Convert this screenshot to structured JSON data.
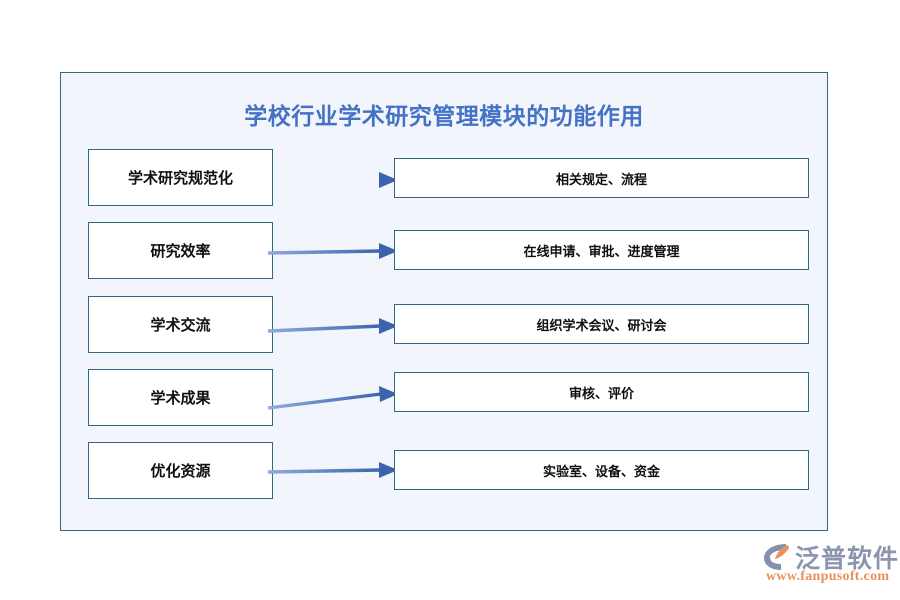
{
  "diagram": {
    "title": "学校行业学术研究管理模块的功能作用",
    "title_color": "#4472C4",
    "panel_border_color": "#2E6B80",
    "panel_background": "#F2F6FC",
    "box_border_color": "#2E6B80",
    "box_background": "#FFFFFF",
    "arrow_color": "#4472C4",
    "type": "cause-effect-flow",
    "rows": [
      {
        "cause": "学术研究规范化",
        "effect": "相关规定、流程",
        "arrow": "right-arrow-icon"
      },
      {
        "cause": "研究效率",
        "effect": "在线申请、审批、进度管理",
        "arrow": "right-arrow-icon"
      },
      {
        "cause": "学术交流",
        "effect": "组织学术会议、研讨会",
        "arrow": "right-arrow-icon"
      },
      {
        "cause": "学术成果",
        "effect": "审核、评价",
        "arrow": "right-arrow-icon"
      },
      {
        "cause": "优化资源",
        "effect": "实验室、设备、资金",
        "arrow": "right-arrow-icon"
      }
    ]
  },
  "branding": {
    "name": "泛普软件",
    "url": "www.fanpusoft.com",
    "name_color": "#8B95AE",
    "url_color": "#E8915C",
    "mark_primary_color": "#8591A8",
    "mark_accent_color": "#E8915C"
  }
}
